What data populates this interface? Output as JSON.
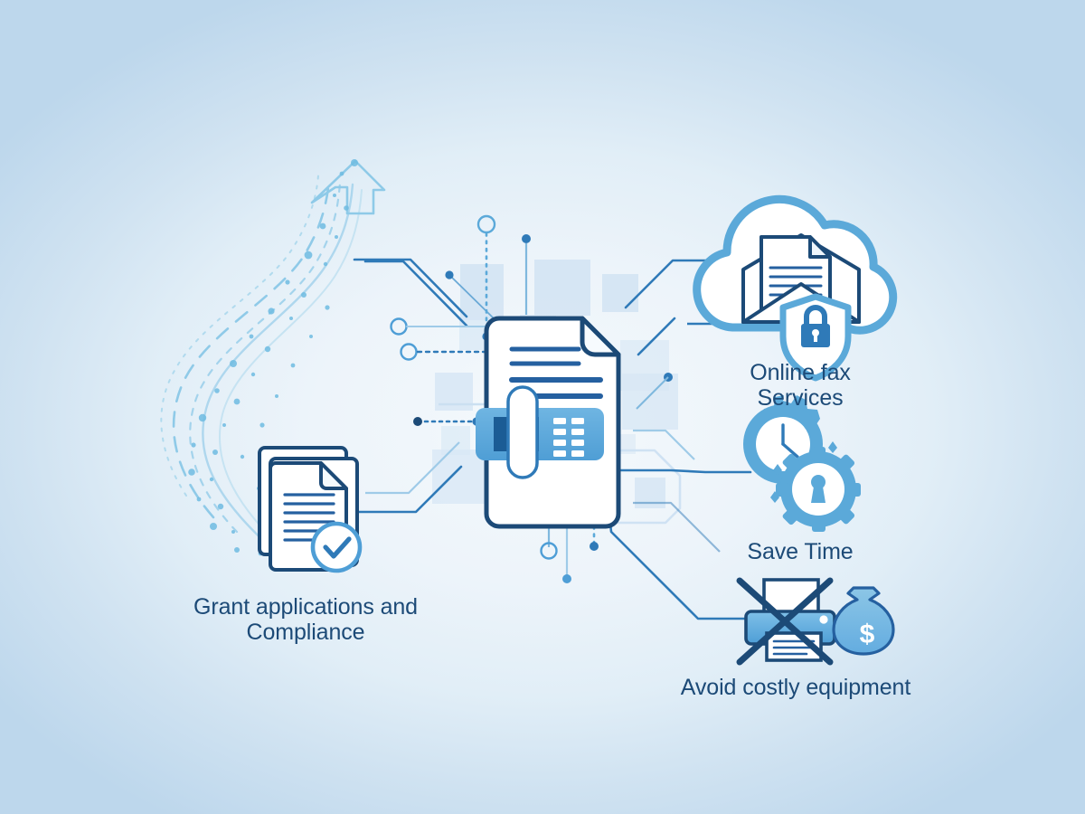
{
  "infographic": {
    "title_alt": "Online fax services benefits diagram",
    "background": {
      "edge_color": "#bdd7ec",
      "center_color": "#f4f9fc"
    },
    "colors": {
      "dark_blue": "#1c4a77",
      "mid_blue": "#2f7ab8",
      "light_blue": "#5ba9d9",
      "pale_blue": "#cfe2f3",
      "fax_body_blue": "#5ba9d9",
      "fax_slot_blue": "#1b5c95",
      "white": "#ffffff"
    },
    "center": {
      "name": "fax-document",
      "icon": "fax-machine-over-document-icon",
      "description": "Document page with folded corner overlaid by a blue fax machine with handset and keypad"
    },
    "nodes": [
      {
        "id": "online-fax-services",
        "icon": "cloud-secure-email-icon",
        "icon_parts": [
          "cloud-outline",
          "open-envelope",
          "document-page",
          "shield-lock"
        ],
        "label": "Online fax\nServices",
        "position": "top-right"
      },
      {
        "id": "save-time",
        "icon": "gears-clock-keyhole-icon",
        "icon_parts": [
          "gear-with-clock",
          "gear-with-keyhole"
        ],
        "label": "Save Time",
        "position": "middle-right"
      },
      {
        "id": "avoid-costly-equipment",
        "icon": "crossed-out-printer-money-bag-icon",
        "icon_parts": [
          "printer",
          "cross-out-x",
          "money-bag-dollar"
        ],
        "label": "Avoid costly equipment",
        "position": "bottom-right"
      },
      {
        "id": "grant-applications-compliance",
        "icon": "documents-stack-check-icon",
        "icon_parts": [
          "document-stack",
          "check-circle"
        ],
        "label": "Grant applications and\nCompliance",
        "position": "bottom-left"
      }
    ],
    "decorations": {
      "swoosh": {
        "name": "upward-dotted-arrow",
        "description": "S-curved dotted and dashed swoosh arrow pointing up-right"
      },
      "circuit": {
        "name": "circuit-board-pattern",
        "description": "Dotted traces, hollow circle nodes, filled dot nodes and pale blue squares behind the center icon"
      }
    }
  }
}
